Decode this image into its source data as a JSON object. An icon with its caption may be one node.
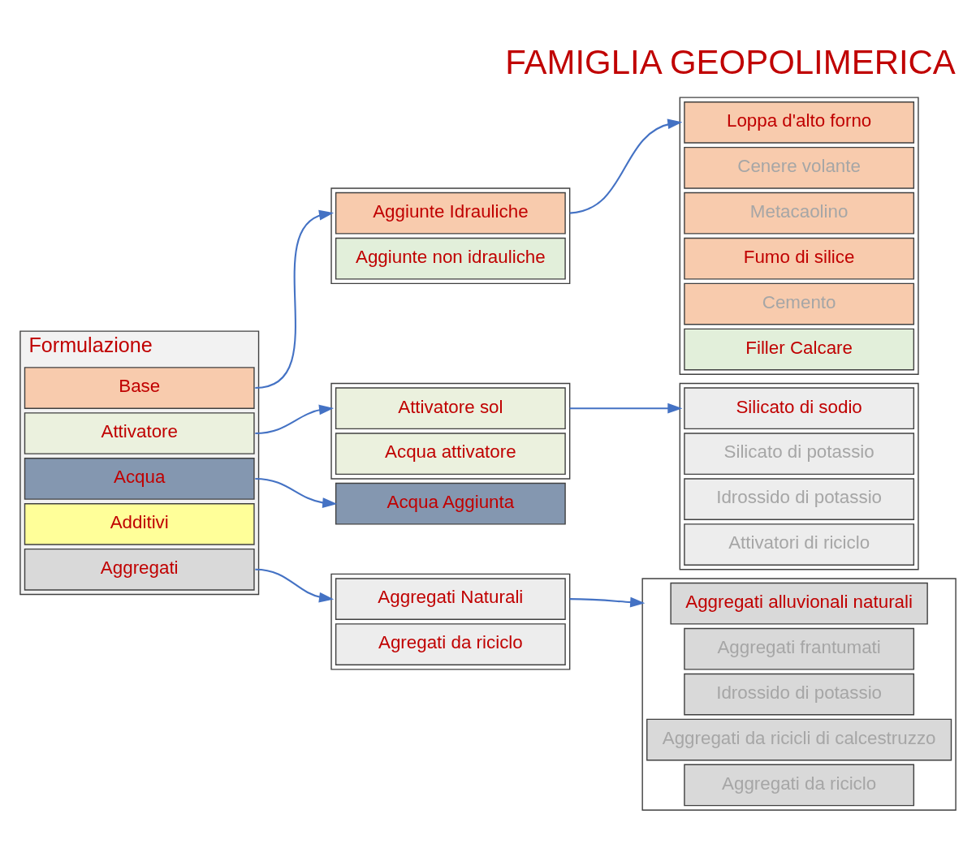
{
  "diagram": {
    "title": "FAMIGLIA GEOPOLIMERICA",
    "nodes": [
      {
        "text": [
          "Formulazione"
        ]
      },
      {
        "text": [
          "Base"
        ],
        "in": 0
      },
      {
        "text": [
          "Attivatore"
        ],
        "in": 0
      },
      {
        "text": [
          "Acqua"
        ],
        "in": 0
      },
      {
        "text": [
          "Additivi"
        ],
        "in": 0
      },
      {
        "text": [
          "Aggregati"
        ],
        "in": 0
      },
      {
        "text": [],
        "shape": "box"
      },
      {
        "text": [
          "Aggiunte Idrauliche"
        ],
        "in": 6
      },
      {
        "text": [
          "Aggiunte non idrauliche"
        ],
        "in": 6
      },
      {
        "text": [],
        "shape": "box"
      },
      {
        "text": [
          "Attivatore sol"
        ],
        "in": 9
      },
      {
        "text": [
          "Acqua attivatore"
        ],
        "in": 9
      },
      {
        "text": [
          "Acqua Aggiunta"
        ]
      },
      {
        "text": [],
        "shape": "box"
      },
      {
        "text": [
          "Aggregati Naturali"
        ],
        "in": 13
      },
      {
        "text": [
          "Agregati da riciclo"
        ],
        "in": 13
      },
      {
        "text": [],
        "shape": "box"
      },
      {
        "text": [
          "Loppa d'alto forno"
        ],
        "in": 16
      },
      {
        "text": [
          "Cenere volante"
        ],
        "in": 16
      },
      {
        "text": [
          "Metacaolino"
        ],
        "in": 16
      },
      {
        "text": [
          "Fumo di silice"
        ],
        "in": 16
      },
      {
        "text": [
          "Cemento"
        ],
        "in": 16
      },
      {
        "text": [
          "Filler Calcare"
        ],
        "in": 16
      },
      {
        "text": [],
        "shape": "box"
      },
      {
        "text": [
          "Silicato di sodio"
        ],
        "in": 23
      },
      {
        "text": [
          "Silicato di potassio"
        ],
        "in": 23
      },
      {
        "text": [
          "Idrossido di potassio"
        ],
        "in": 23
      },
      {
        "text": [
          "Attivatori di riciclo"
        ],
        "in": 23
      },
      {
        "text": [],
        "shape": "box"
      },
      {
        "text": [
          "Aggregati alluvionali naturali"
        ],
        "in": 28
      },
      {
        "text": [
          "Aggregati frantumati"
        ],
        "in": 28
      },
      {
        "text": [
          "Idrossido di potassio"
        ],
        "in": 28
      },
      {
        "text": [
          "Aggregati da ricicli di calcestruzzo"
        ],
        "in": 28
      },
      {
        "text": [
          "Aggregati da riciclo"
        ],
        "in": 28
      }
    ],
    "edges": [
      {
        "from": 1,
        "to": 6,
        "arrow": "to"
      },
      {
        "from": 2,
        "to": 9,
        "arrow": "to"
      },
      {
        "from": 3,
        "to": 12,
        "arrow": "to"
      },
      {
        "from": 5,
        "to": 13,
        "arrow": "to"
      },
      {
        "from": 6,
        "to": 16,
        "arrow": "to"
      },
      {
        "from": 9,
        "to": 23,
        "arrow": "to"
      },
      {
        "from": 13,
        "to": 28,
        "arrow": "to"
      }
    ]
  }
}
